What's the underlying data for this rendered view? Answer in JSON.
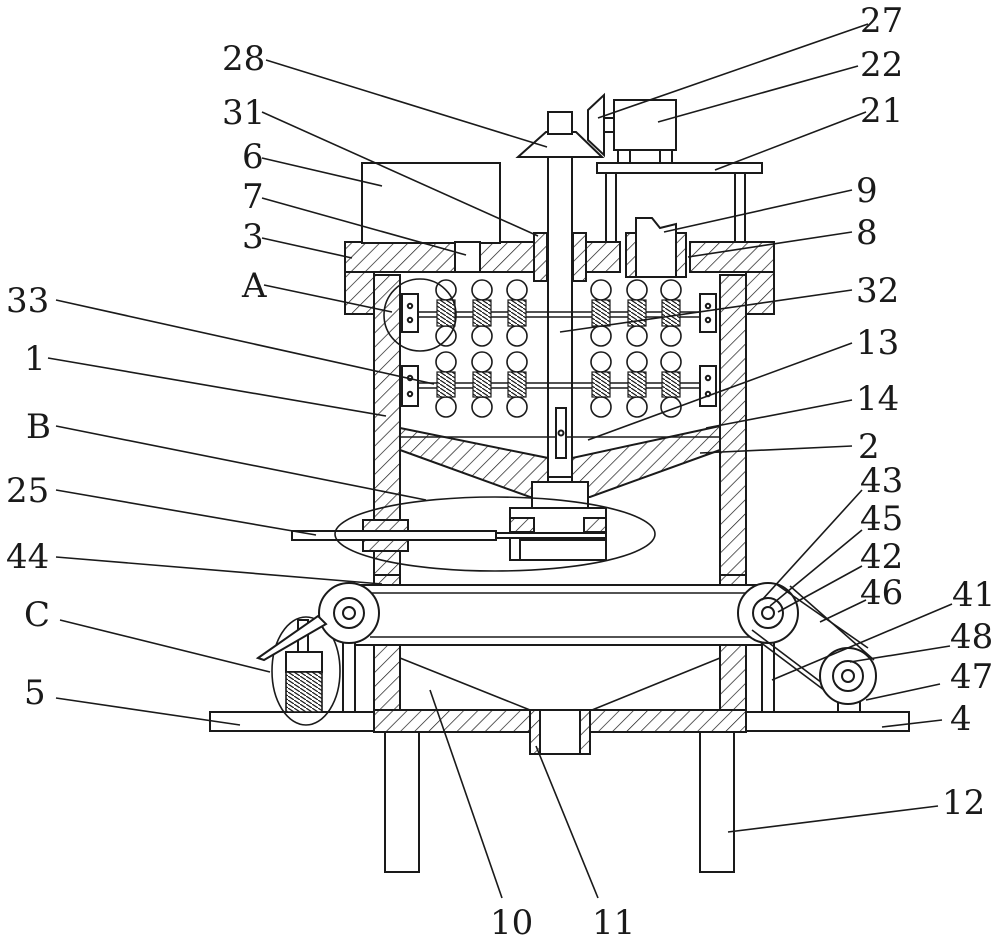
{
  "labels": {
    "l27": "27",
    "l22": "22",
    "l21": "21",
    "l28": "28",
    "l31": "31",
    "l6": "6",
    "l7": "7",
    "l3": "3",
    "lA": "A",
    "l9": "9",
    "l8": "8",
    "l32": "32",
    "l33": "33",
    "l1": "1",
    "l13": "13",
    "l14": "14",
    "lB": "B",
    "l2": "2",
    "l25": "25",
    "l43": "43",
    "l45": "45",
    "l44": "44",
    "l42": "42",
    "l46": "46",
    "lC": "C",
    "l41": "41",
    "l48": "48",
    "l5": "5",
    "l47": "47",
    "l4": "4",
    "l12": "12",
    "l10": "10",
    "l11": "11"
  }
}
